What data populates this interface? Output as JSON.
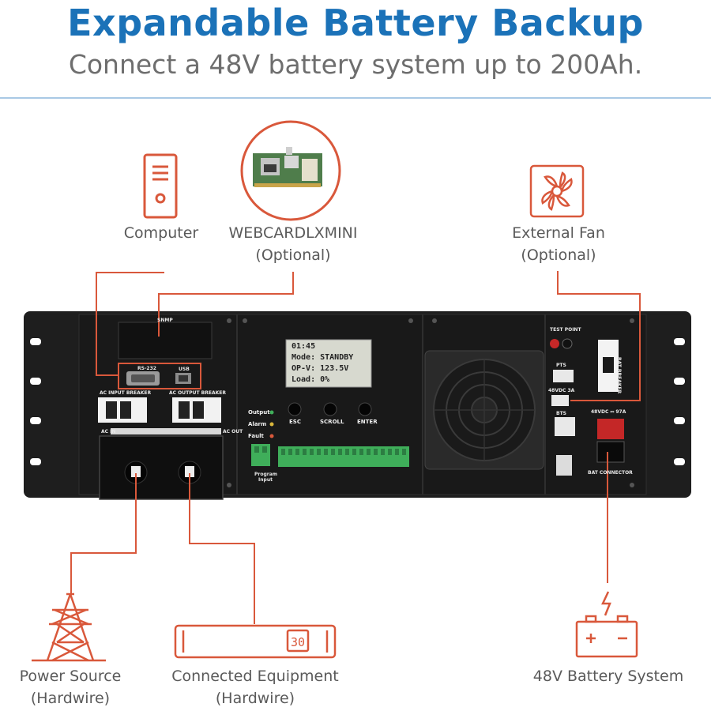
{
  "header": {
    "title": "Expandable Battery Backup",
    "subtitle": "Connect a 48V battery system up to 200Ah."
  },
  "callouts": {
    "computer": {
      "line1": "Computer"
    },
    "webcard": {
      "line1": "WEBCARDLXMINI",
      "line2": "(Optional)"
    },
    "fan": {
      "line1": "External Fan",
      "line2": "(Optional)"
    },
    "power": {
      "line1": "Power Source",
      "line2": "(Hardwire)"
    },
    "equipment": {
      "line1": "Connected Equipment",
      "line2": "(Hardwire)",
      "display": "30"
    },
    "battery": {
      "line1": "48V Battery System"
    }
  },
  "device": {
    "lcd": [
      "01:45",
      "Mode: STANDBY",
      "OP-V: 123.5V",
      "Load: 0%"
    ],
    "buttons": [
      "ESC",
      "SCROLL",
      "ENTER"
    ],
    "indicators": [
      "Output",
      "Alarm",
      "Fault"
    ],
    "panel_labels": {
      "snmp": "SNMP",
      "rs232": "RS-232",
      "usb": "USB",
      "ac_input_breaker": "AC INPUT BREAKER",
      "ac_output_breaker": "AC OUTPUT BREAKER",
      "test_point": "TEST POINT",
      "pts": "PTS",
      "fan_dc": "48VDC 3A",
      "bts": "BTS",
      "bat_dc": "48VDC ⎓ 97A",
      "bat_connector": "BAT CONNECTOR",
      "bat_breaker": "BAT BREAKER",
      "program_input": "Program Input",
      "ac_in": "AC IN",
      "ac_out": "AC OUT"
    }
  },
  "colors": {
    "title": "#1b72b8",
    "accent": "#d9583b",
    "panel": "#1a1a1a",
    "terminal": "#3fae5a"
  },
  "icons": [
    "computer-tower-icon",
    "network-card-photo",
    "fan-icon",
    "power-tower-icon",
    "equipment-rack-icon",
    "battery-icon"
  ]
}
